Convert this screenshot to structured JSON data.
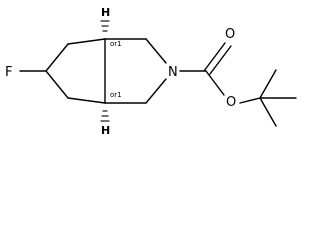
{
  "molecule": {
    "atoms": {
      "fluorine": "F",
      "nitrogen": "N",
      "carbonyl_oxygen": "O",
      "ester_oxygen": "O",
      "hydrogen_top": "H",
      "hydrogen_bottom": "H"
    },
    "stereo": {
      "top": "or1",
      "bottom": "or1"
    }
  }
}
